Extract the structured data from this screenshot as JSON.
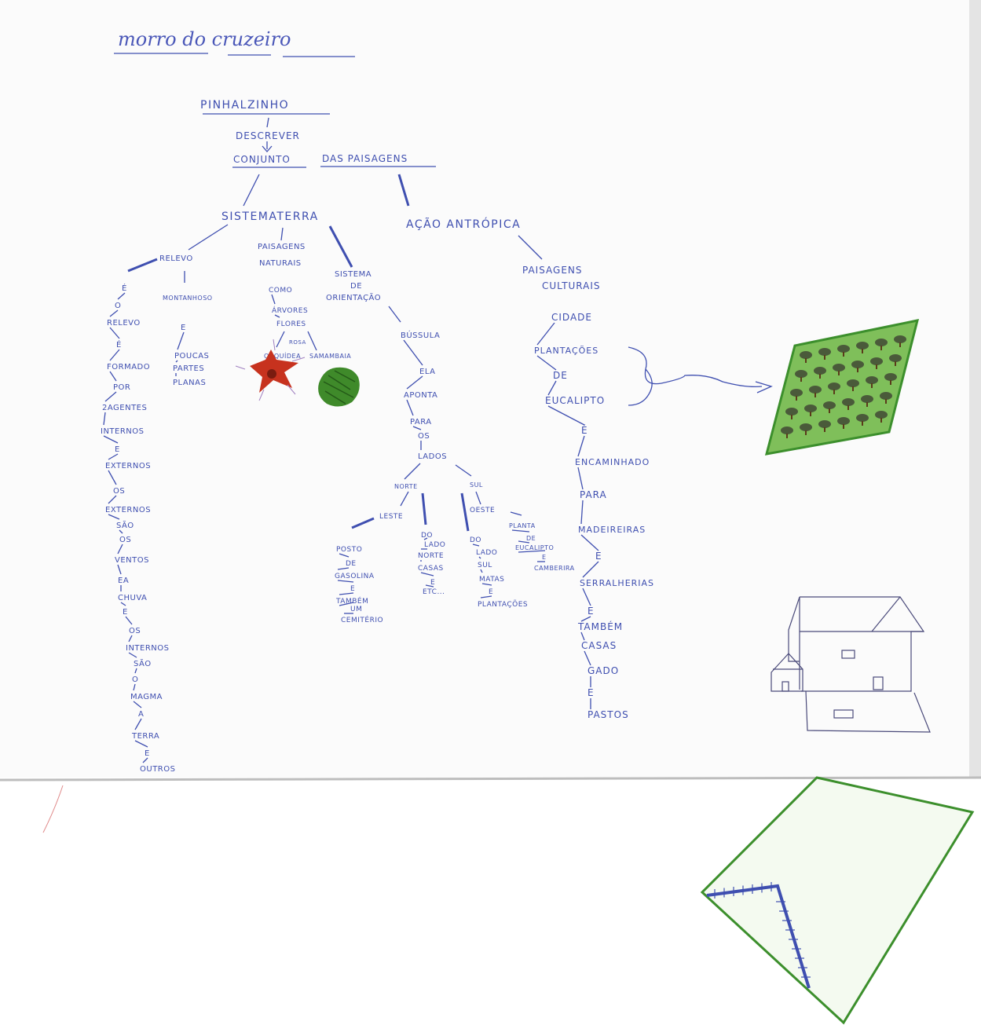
{
  "title": "morro do cruzeiro",
  "root": "PINHALZINHO",
  "verb": "DESCREVER",
  "conjunto": "CONJUNTO",
  "das_paisagens": "DAS PAISAGENS",
  "sistema_terra": {
    "label": "SISTEMATERRA",
    "relevo": {
      "label": "RELEVO",
      "chain": [
        "É",
        "O",
        "RELEVO",
        "É",
        "FORMADO",
        "POR",
        "2AGENTES",
        "INTERNOS",
        "E",
        "EXTERNOS",
        "OS",
        "EXTERNOS",
        "SÃO",
        "OS",
        "VENTOS",
        "EA",
        "CHUVA",
        "E",
        "OS",
        "INTERNOS",
        "SÃO",
        "O",
        "MAGMA",
        "A",
        "TERRA",
        "E",
        "OUTROS"
      ],
      "montanhoso": "MONTANHOSO",
      "montanhoso_chain": [
        "E",
        "POUCAS",
        "PARTES",
        "PLANAS"
      ]
    },
    "paisagens_naturais": {
      "label1": "PAISAGENS",
      "label2": "NATURAIS",
      "chain": [
        "COMO",
        "ÁRVORES",
        "FLORES"
      ],
      "rosa": "ROSA",
      "orquidea": "ORQUÍDEA",
      "samambaia": "SAMAMBAIA"
    },
    "sistema_orientacao": {
      "label1": "SISTEMA",
      "label2": "DE",
      "label3": "ORIENTAÇÃO",
      "chain": [
        "BÚSSULA",
        "ELA",
        "APONTA",
        "PARA",
        "OS",
        "LADOS"
      ],
      "norte": "NORTE",
      "sul": "SUL",
      "leste": "LESTE",
      "oeste": "OESTE",
      "leste_chain": [
        "POSTO",
        "DE",
        "GASOLINA",
        "E",
        "TAMBÉM",
        "UM",
        "CEMITÉRIO"
      ],
      "norte_chain": [
        "DO",
        "LADO",
        "NORTE",
        "CASAS",
        "E",
        "ETC..."
      ],
      "sul_chain": [
        "DO",
        "LADO",
        "SUL",
        "MATAS",
        "E",
        "PLANTAÇÕES"
      ],
      "oeste_chain": [
        "PLANTA",
        "DE",
        "EUCALIPTO",
        "E",
        "CAMBERIRA"
      ]
    }
  },
  "acao_antropica": {
    "label": "AÇÃO ANTRÓPICA",
    "paisagens_culturais1": "PAISAGENS",
    "paisagens_culturais2": "CULTURAIS",
    "chain": [
      "CIDADE",
      "PLANTAÇÕES",
      "DE",
      "EUCALIPTO",
      "É",
      "ENCAMINHADO",
      "PARA",
      "MADEIREIRAS",
      "E",
      "SERRALHERIAS",
      "E",
      "TAMBÉM",
      "CASAS",
      "GADO",
      "E",
      "PASTOS"
    ]
  },
  "colors": {
    "ink": "#3f4fb0",
    "green_outline": "#3c8f2c",
    "plantation_fill": "#7fbf5a",
    "flower_red": "#c7321e",
    "fern_green": "#3f8a2a"
  }
}
